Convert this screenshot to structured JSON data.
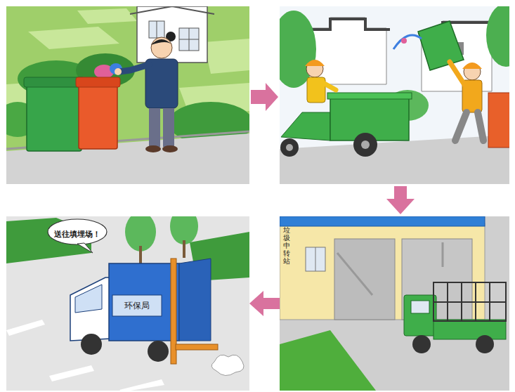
{
  "diagram": {
    "nodes": [
      {
        "text": [
          "垃圾中转站"
        ]
      },
      {
        "text": [
          "送往填埋场！"
        ]
      },
      {
        "text": [
          "环保局"
        ],
        "in": 1
      }
    ],
    "edges": [
      {
        "from": 0,
        "to": 1,
        "arrow": "to"
      }
    ]
  }
}
